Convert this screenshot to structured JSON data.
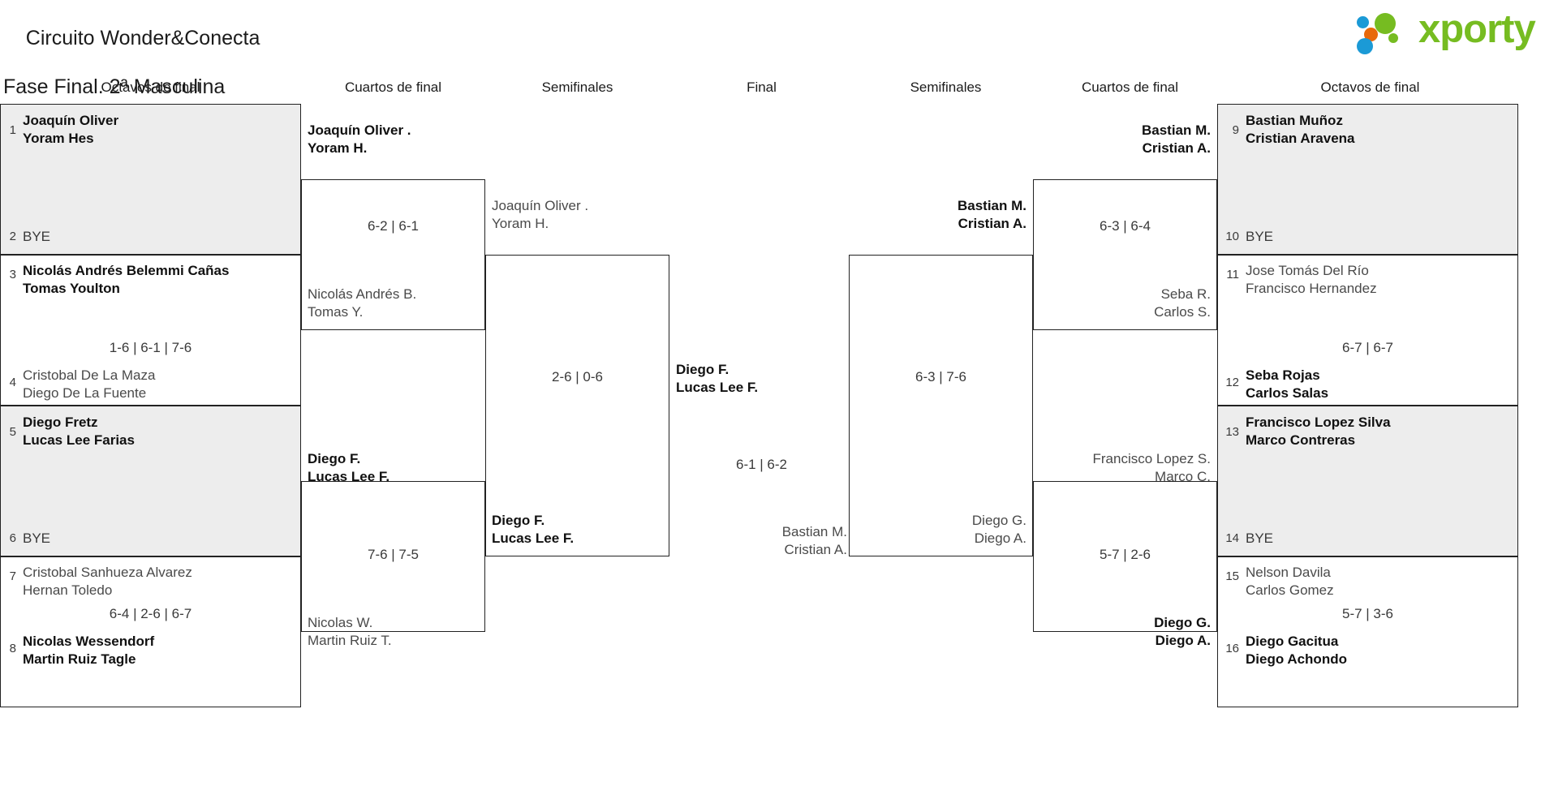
{
  "header": {
    "title_line1": "Circuito Wonder&Conecta",
    "title_line2": "Fase Final. 2ª Masculina",
    "logo_text": "xporty",
    "logo_colors": {
      "green": "#76bc21",
      "blue": "#1b9ad6",
      "orange": "#e8690b"
    }
  },
  "round_headers": [
    {
      "label": "Octavos de final"
    },
    {
      "label": "Cuartos de final"
    },
    {
      "label": "Semifinales"
    },
    {
      "label": "Final"
    },
    {
      "label": "Semifinales"
    },
    {
      "label": "Cuartos de final"
    },
    {
      "label": "Octavos de final"
    }
  ],
  "left": {
    "r16": [
      {
        "seed": "1",
        "p1": "Joaquín Oliver",
        "p2": "Yoram Hes",
        "winner": true,
        "shaded": true
      },
      {
        "seed": "2",
        "p1": "BYE",
        "p2": "",
        "winner": false,
        "shaded": true,
        "bye": true
      },
      {
        "seed": "3",
        "p1": "Nicolás Andrés Belemmi Cañas",
        "p2": "Tomas Youlton",
        "winner": true,
        "shaded": false
      },
      {
        "seed": "4",
        "p1": "Cristobal De La Maza",
        "p2": "Diego De La Fuente",
        "winner": false,
        "shaded": false
      },
      {
        "seed": "5",
        "p1": "Diego Fretz",
        "p2": "Lucas Lee Farias",
        "winner": true,
        "shaded": true
      },
      {
        "seed": "6",
        "p1": "BYE",
        "p2": "",
        "winner": false,
        "shaded": true,
        "bye": true
      },
      {
        "seed": "7",
        "p1": "Cristobal Sanhueza Alvarez",
        "p2": "Hernan Toledo",
        "winner": false,
        "shaded": false
      },
      {
        "seed": "8",
        "p1": "Nicolas Wessendorf",
        "p2": "Martin Ruiz Tagle",
        "winner": true,
        "shaded": false
      }
    ],
    "r16_scores": [
      "",
      "1-6 | 6-1 | 7-6",
      "",
      "6-4 | 2-6 | 6-7"
    ],
    "qf": [
      {
        "p1": "Joaquín Oliver .",
        "p2": "Yoram H.",
        "winner": true
      },
      {
        "p1": "Nicolás Andrés B.",
        "p2": "Tomas Y.",
        "winner": false
      },
      {
        "p1": "Diego F.",
        "p2": "Lucas Lee F.",
        "winner": true
      },
      {
        "p1": "Nicolas W.",
        "p2": "Martin Ruiz T.",
        "winner": false
      }
    ],
    "qf_scores": [
      "6-2 | 6-1",
      "7-6 | 7-5"
    ],
    "sf": [
      {
        "p1": "Joaquín Oliver .",
        "p2": "Yoram H.",
        "winner": false
      },
      {
        "p1": "Diego F.",
        "p2": "Lucas Lee F.",
        "winner": true
      }
    ],
    "sf_scores": [
      "2-6 | 0-6"
    ]
  },
  "final": {
    "top": {
      "p1": "Diego F.",
      "p2": "Lucas Lee F.",
      "winner": true
    },
    "bottom": {
      "p1": "Bastian M.",
      "p2": "Cristian A.",
      "winner": false
    },
    "score": "6-1 | 6-2"
  },
  "right": {
    "r16": [
      {
        "seed": "9",
        "p1": "Bastian Muñoz",
        "p2": "Cristian Aravena",
        "winner": true,
        "shaded": true
      },
      {
        "seed": "10",
        "p1": "BYE",
        "p2": "",
        "winner": false,
        "shaded": true,
        "bye": true
      },
      {
        "seed": "11",
        "p1": "Jose Tomás Del Río",
        "p2": "Francisco Hernandez",
        "winner": false,
        "shaded": false
      },
      {
        "seed": "12",
        "p1": "Seba Rojas",
        "p2": "Carlos Salas",
        "winner": true,
        "shaded": false
      },
      {
        "seed": "13",
        "p1": "Francisco Lopez Silva",
        "p2": "Marco Contreras",
        "winner": true,
        "shaded": true
      },
      {
        "seed": "14",
        "p1": "BYE",
        "p2": "",
        "winner": false,
        "shaded": true,
        "bye": true
      },
      {
        "seed": "15",
        "p1": "Nelson Davila",
        "p2": "Carlos Gomez",
        "winner": false,
        "shaded": false
      },
      {
        "seed": "16",
        "p1": "Diego Gacitua",
        "p2": "Diego Achondo",
        "winner": true,
        "shaded": false
      }
    ],
    "r16_scores": [
      "",
      "6-7 | 6-7",
      "",
      "5-7 | 3-6"
    ],
    "qf": [
      {
        "p1": "Bastian M.",
        "p2": "Cristian A.",
        "winner": true
      },
      {
        "p1": "Seba R.",
        "p2": "Carlos S.",
        "winner": false
      },
      {
        "p1": "Francisco Lopez S.",
        "p2": "Marco C.",
        "winner": false
      },
      {
        "p1": "Diego G.",
        "p2": "Diego A.",
        "winner": true
      }
    ],
    "qf_scores": [
      "6-3 | 6-4",
      "5-7 | 2-6"
    ],
    "sf": [
      {
        "p1": "Bastian M.",
        "p2": "Cristian A.",
        "winner": true
      },
      {
        "p1": "Diego G.",
        "p2": "Diego A.",
        "winner": false
      }
    ],
    "sf_scores": [
      "6-3 | 7-6"
    ]
  }
}
